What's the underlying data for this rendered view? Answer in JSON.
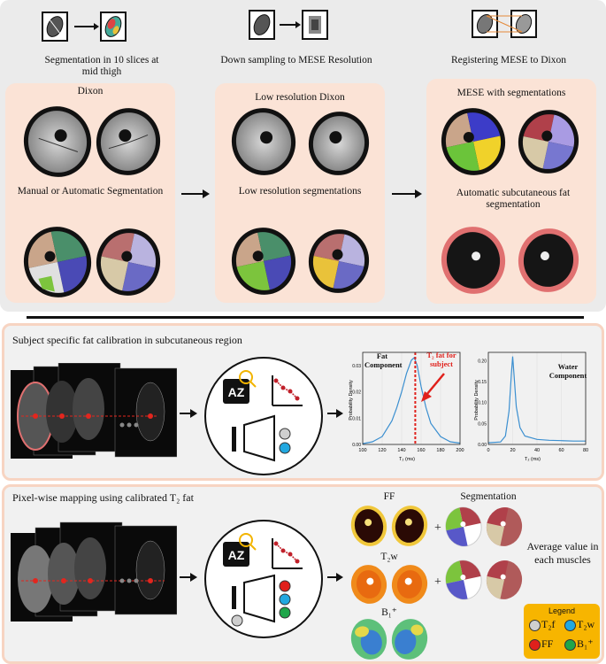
{
  "top": {
    "step1_caption": "Segmentation in 10 slices at mid thigh",
    "step2_caption": "Down sampling to MESE Resolution",
    "step3_caption": "Registering MESE to Dixon",
    "box1_label_a": "Dixon",
    "box1_label_b": "Manual or Automatic Segmentation",
    "box2_label_a": "Low resolution Dixon",
    "box2_label_b": "Low resolution segmentations",
    "box3_label_a": "MESE with segmentations",
    "box3_label_b": "Automatic subcutaneous fat segmentation"
  },
  "calib": {
    "title": "Subject specific fat calibration in subcutaneous region",
    "fat_component": "Fat Component",
    "t2_fat_annotation": "T₂ fat for subject",
    "water_component": "Water Component"
  },
  "mapping": {
    "title": "Pixel-wise mapping using calibrated T₂ fat",
    "ff_label": "FF",
    "t2w_label": "T₂w",
    "b1_label": "B₁⁺",
    "segmentation_label": "Segmentation",
    "plus": "+",
    "average_text": "Average value in each muscles"
  },
  "legend": {
    "title": "Legend",
    "items": [
      {
        "label": "T₂f",
        "color": "#cfcfcf"
      },
      {
        "label": "T₂w",
        "color": "#22a8e0"
      },
      {
        "label": "FF",
        "color": "#e0201b"
      },
      {
        "label": "B₁⁺",
        "color": "#1fa64a"
      }
    ]
  },
  "chart_data": [
    {
      "type": "line",
      "xlabel": "T₂ (ms)",
      "ylabel": "Probability Density",
      "xlim": [
        100,
        200
      ],
      "ylim": [
        0,
        0.035
      ],
      "xticks": [
        100,
        120,
        140,
        160,
        180,
        200
      ],
      "yticks": [
        0.0,
        0.01,
        0.02,
        0.03
      ],
      "x": [
        100,
        110,
        120,
        130,
        135,
        140,
        145,
        150,
        153,
        156,
        160,
        165,
        170,
        180,
        190,
        200
      ],
      "y": [
        0.0003,
        0.001,
        0.003,
        0.009,
        0.014,
        0.02,
        0.027,
        0.032,
        0.033,
        0.03,
        0.022,
        0.014,
        0.008,
        0.003,
        0.001,
        0.0005
      ],
      "marker_x": 154
    },
    {
      "type": "line",
      "xlabel": "T₂ (ms)",
      "ylabel": "Probability Density",
      "xlim": [
        0,
        80
      ],
      "ylim": [
        0,
        0.22
      ],
      "xticks": [
        0,
        20,
        40,
        60,
        80
      ],
      "yticks": [
        0.0,
        0.05,
        0.1,
        0.15,
        0.2
      ],
      "x": [
        0,
        10,
        14,
        17,
        19,
        20,
        21,
        23,
        26,
        30,
        40,
        50,
        60,
        70,
        80
      ],
      "y": [
        0.004,
        0.006,
        0.02,
        0.08,
        0.17,
        0.21,
        0.17,
        0.09,
        0.04,
        0.02,
        0.012,
        0.01,
        0.009,
        0.008,
        0.008
      ]
    }
  ]
}
